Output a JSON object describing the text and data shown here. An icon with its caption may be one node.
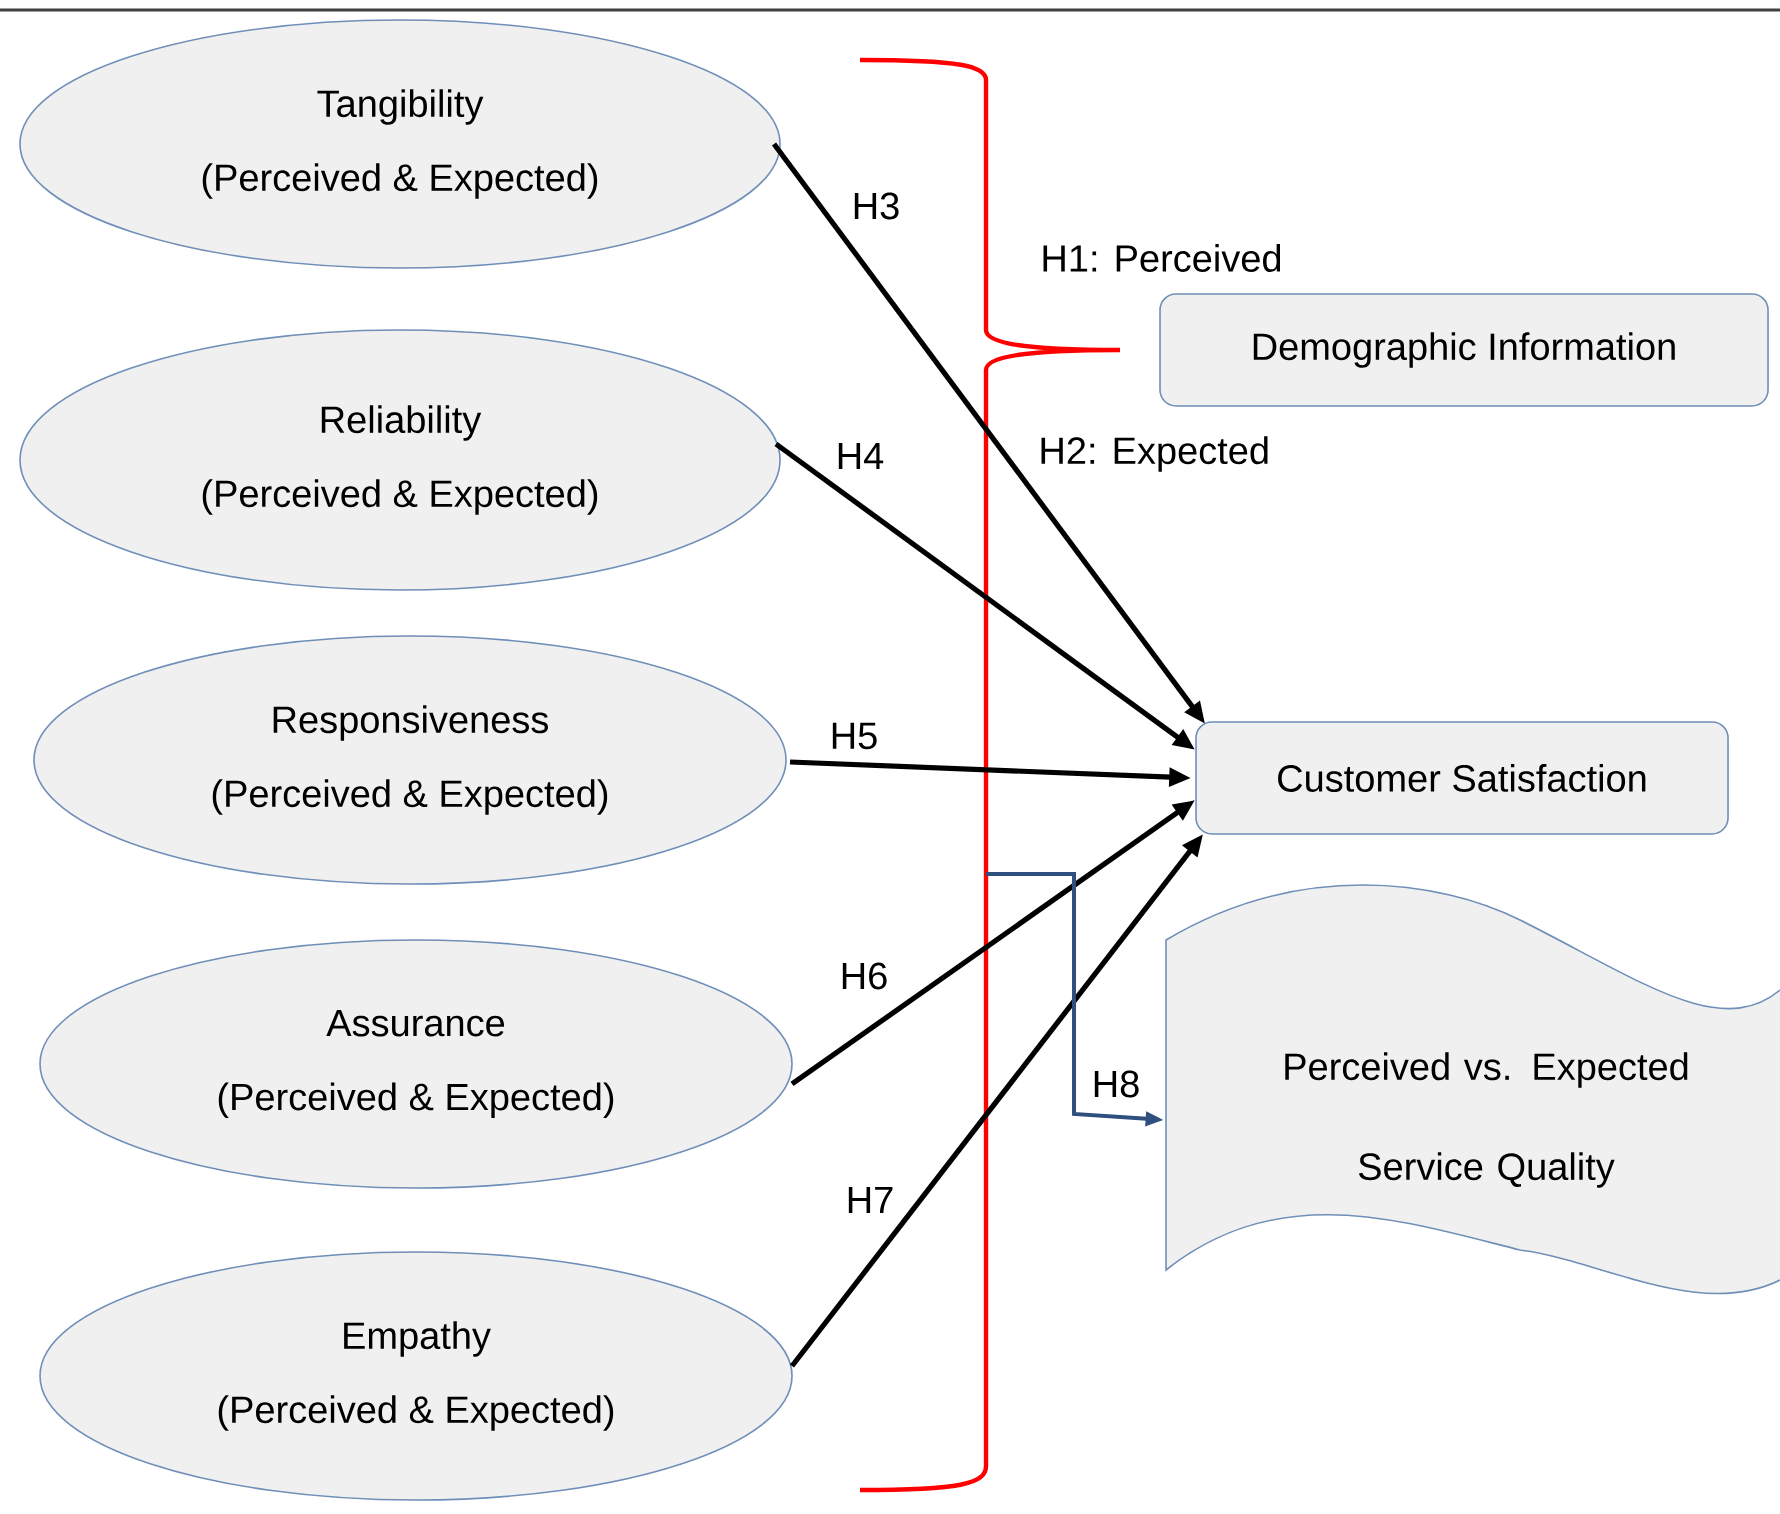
{
  "diagram": {
    "nodes": [
      {
        "text": [
          "Tangibility",
          "(Perceived & Expected)"
        ]
      },
      {
        "text": [
          "Reliability",
          "(Perceived & Expected)"
        ]
      },
      {
        "text": [
          "Responsiveness",
          "(Perceived & Expected)"
        ]
      },
      {
        "text": [
          "Assurance",
          "(Perceived & Expected)"
        ]
      },
      {
        "text": [
          "Empathy",
          "(Perceived & Expected)"
        ]
      },
      {
        "text": [
          "Demographic Information"
        ]
      },
      {
        "text": [
          "Customer Satisfaction"
        ]
      },
      {
        "text": [
          "Perceived vs. Expected Service Quality"
        ]
      }
    ],
    "edges": [
      {
        "from": 0,
        "to": 6,
        "arrow": "to",
        "label": "H3"
      },
      {
        "from": 1,
        "to": 6,
        "arrow": "to",
        "label": "H4"
      },
      {
        "from": 2,
        "to": 6,
        "arrow": "to",
        "label": "H5"
      },
      {
        "from": 3,
        "to": 6,
        "arrow": "to",
        "label": "H6"
      },
      {
        "from": 4,
        "to": 6,
        "arrow": "to",
        "label": "H7"
      },
      {
        "from": null,
        "to": 7,
        "arrow": "to",
        "label": "H8",
        "color": "#2f4f7f"
      }
    ],
    "labels": [
      "H1: Perceived",
      "H2: Expected"
    ]
  }
}
